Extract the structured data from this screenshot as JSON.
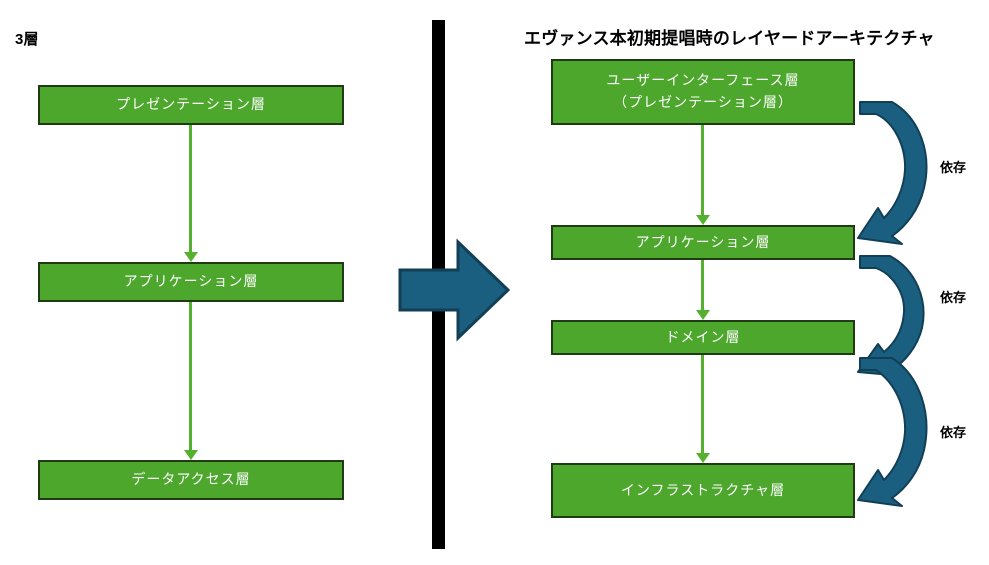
{
  "colors": {
    "layer_fill": "#4CA72C",
    "layer_border": "#1F3B14",
    "green_arrow": "#55B030",
    "blue_arrow": "#1A5F80",
    "blue_arrow_dark": "#123F56",
    "divider": "#000000",
    "text_on_layer": "#FFFFFF",
    "title_text": "#000000"
  },
  "left_panel": {
    "title": "3層",
    "layers": [
      {
        "label": "プレゼンテーション層"
      },
      {
        "label": "アプリケーション層"
      },
      {
        "label": "データアクセス層"
      }
    ]
  },
  "right_panel": {
    "title": "エヴァンス本初期提唱時のレイヤードアーキテクチャ",
    "layers": [
      {
        "label": "ユーザーインターフェース層",
        "sub_label": "（プレゼンテーション層）"
      },
      {
        "label": "アプリケーション層",
        "sub_label": ""
      },
      {
        "label": "ドメイン層",
        "sub_label": ""
      },
      {
        "label": "インフラストラクチャ層",
        "sub_label": ""
      }
    ],
    "dependency_labels": [
      {
        "text": "依存"
      },
      {
        "text": "依存"
      },
      {
        "text": "依存"
      }
    ]
  }
}
